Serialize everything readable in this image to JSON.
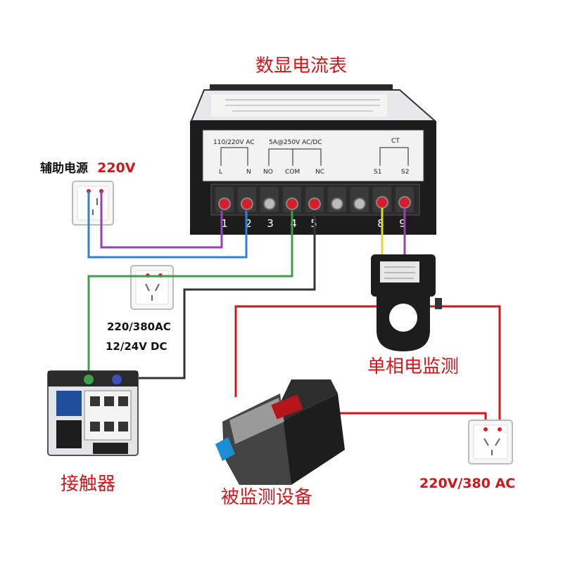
{
  "title": "数显电流表",
  "aux_power": {
    "label": "辅助电源",
    "voltage": "220V"
  },
  "meter_panel": {
    "power_label": "110/220V AC",
    "relay_label": "5A@250V AC/DC",
    "ct_label": "CT",
    "pins": [
      "L",
      "N",
      "NO",
      "COM",
      "NC",
      "S1",
      "S2"
    ],
    "terminal_numbers": [
      "1",
      "2",
      "3",
      "4",
      "5",
      "8",
      "9"
    ]
  },
  "coil_voltage": {
    "line1": "220/380AC",
    "line2": "12/24V DC"
  },
  "ct_sensor_label": "单相电监测",
  "contactor_label": "接触器",
  "device_label": "被监测设备",
  "mains_label": "220V/380 AC",
  "colors": {
    "accent_red": "#d7141a",
    "wire_blue": "#2f80d8",
    "wire_purple": "#9b3fb5",
    "wire_green": "#3ea046",
    "wire_black": "#333333",
    "wire_yellow": "#d9d93a"
  }
}
